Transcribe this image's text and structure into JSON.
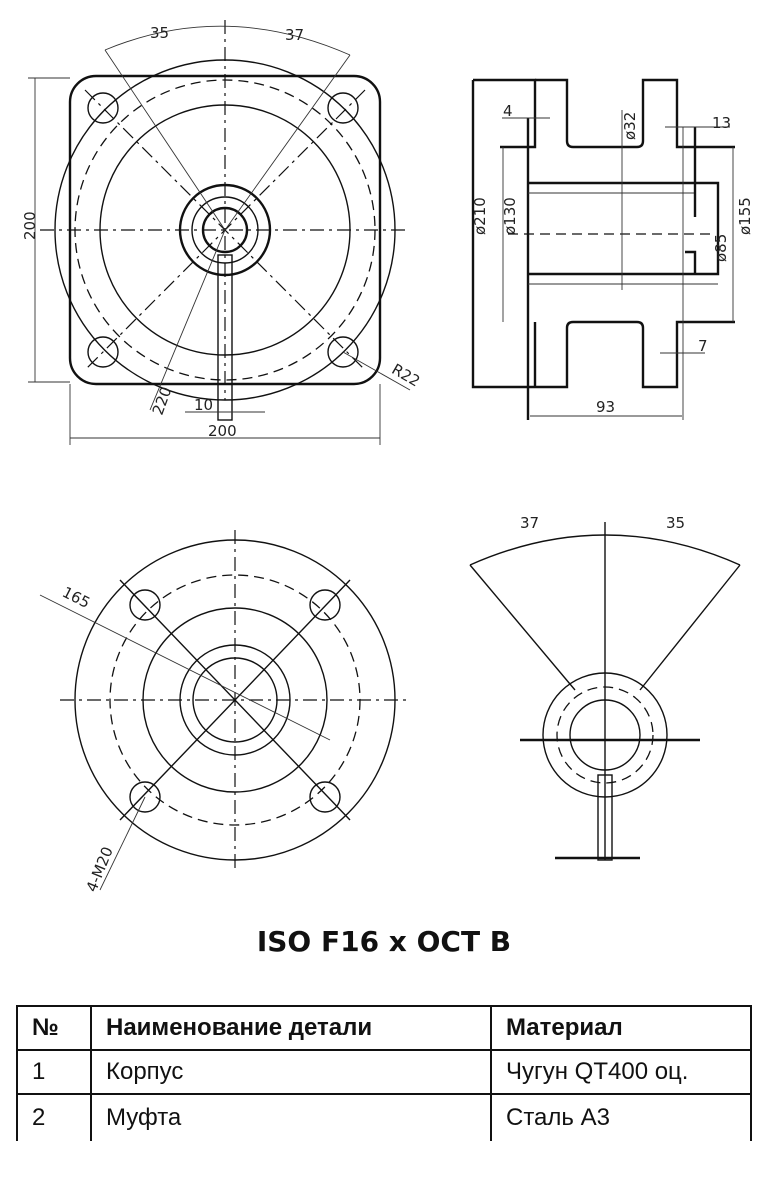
{
  "drawing": {
    "top_left_view": {
      "dims": [
        "35",
        "37",
        "200",
        "220",
        "10",
        "200",
        "R22"
      ]
    },
    "side_view": {
      "dims": [
        "4",
        "ø32",
        "13",
        "ø210",
        "ø130",
        "ø155",
        "ø85",
        "7",
        "93"
      ]
    },
    "bottom_left_view": {
      "dims": [
        "165",
        "4-M20"
      ]
    },
    "bottom_right_view": {
      "dims": [
        "37",
        "35"
      ]
    }
  },
  "title": "ISO F16 x OCT B",
  "table": {
    "headers": [
      "№",
      "Наименование детали",
      "Материал"
    ],
    "rows": [
      [
        "1",
        "Корпус",
        "Чугун QT400 оц."
      ],
      [
        "2",
        "Муфта",
        "Сталь А3"
      ]
    ]
  }
}
